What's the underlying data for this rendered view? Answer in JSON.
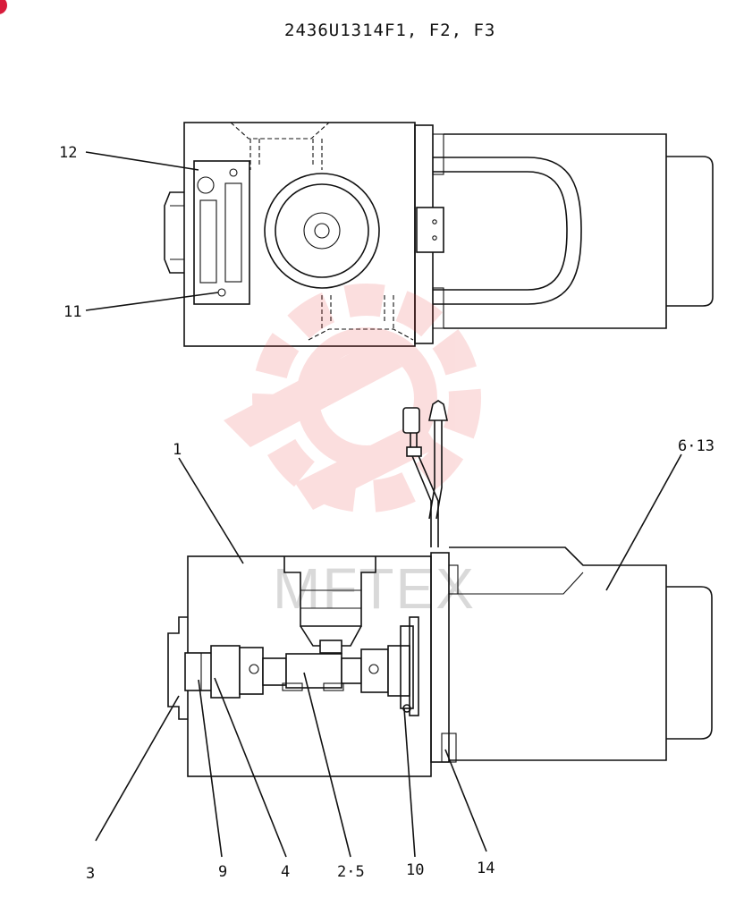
{
  "title": "2436U1314F1, F2, F3",
  "watermark": {
    "text": "MFTEX",
    "color": "#e83a3a"
  },
  "callouts": {
    "c1": "1",
    "c2_5": "2·5",
    "c3": "3",
    "c4": "4",
    "c6_13": "6·13",
    "c9": "9",
    "c10": "10",
    "c11": "11",
    "c12": "12",
    "c14": "14"
  },
  "colors": {
    "line": "#111111",
    "corner_mark": "#d81b3b"
  }
}
